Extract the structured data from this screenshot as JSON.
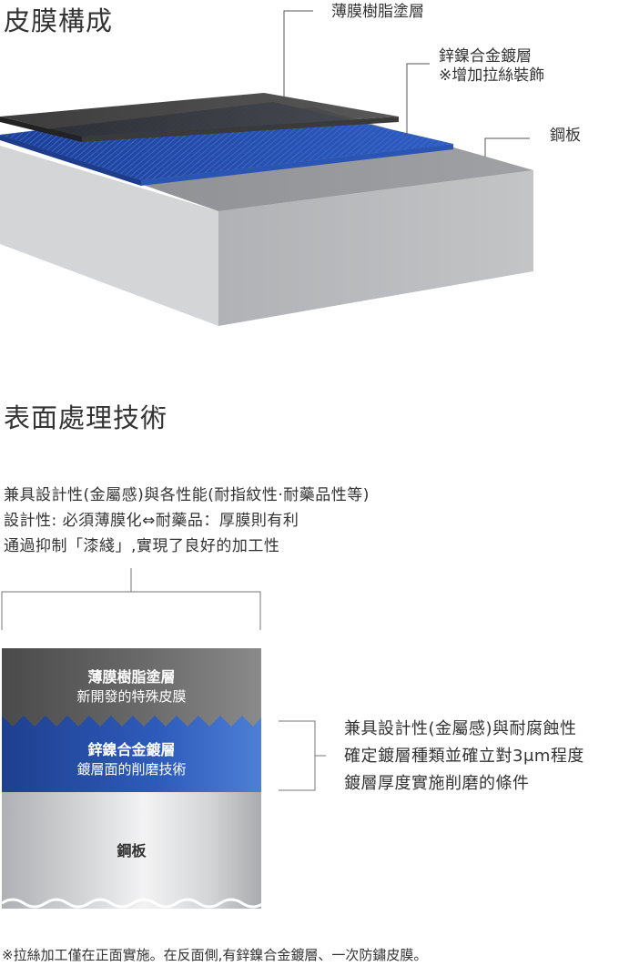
{
  "section1": {
    "title": "皮膜構成",
    "labels": {
      "resin": "薄膜樹脂塗層",
      "alloy_line1": "鋅鎳合金鍍層",
      "alloy_line2": "※增加拉絲裝飾",
      "steel": "鋼板"
    }
  },
  "section2": {
    "title": "表面處理技術",
    "lines": [
      "兼具設計性(金屬感)與各性能(耐指紋性·耐藥品性等)",
      "設計性: 必須薄膜化⇔耐藥品：厚膜則有利",
      "通過抑制「漆綫」,實現了良好的加工性"
    ]
  },
  "diagram2": {
    "resin_title": "薄膜樹脂塗層",
    "resin_sub": "新開發的特殊皮膜",
    "alloy_title": "鋅鎳合金鍍層",
    "alloy_sub": "鍍層面的削磨技術",
    "steel_title": "鋼板",
    "right_lines": [
      "兼具設計性(金屬感)與耐腐蝕性",
      "確定鍍層種類並確立對3μm程度",
      "鍍層厚度實施削磨的條件"
    ]
  },
  "footnote": "※拉絲加工僅在正面實施。在反面側,有鋅鎳合金鍍層、一次防鏽皮膜。",
  "colors": {
    "resin_dark": "#3a3a3a",
    "alloy_blue": "#2a56b5",
    "steel_gray": "#a7a9ac",
    "text": "#333333"
  }
}
